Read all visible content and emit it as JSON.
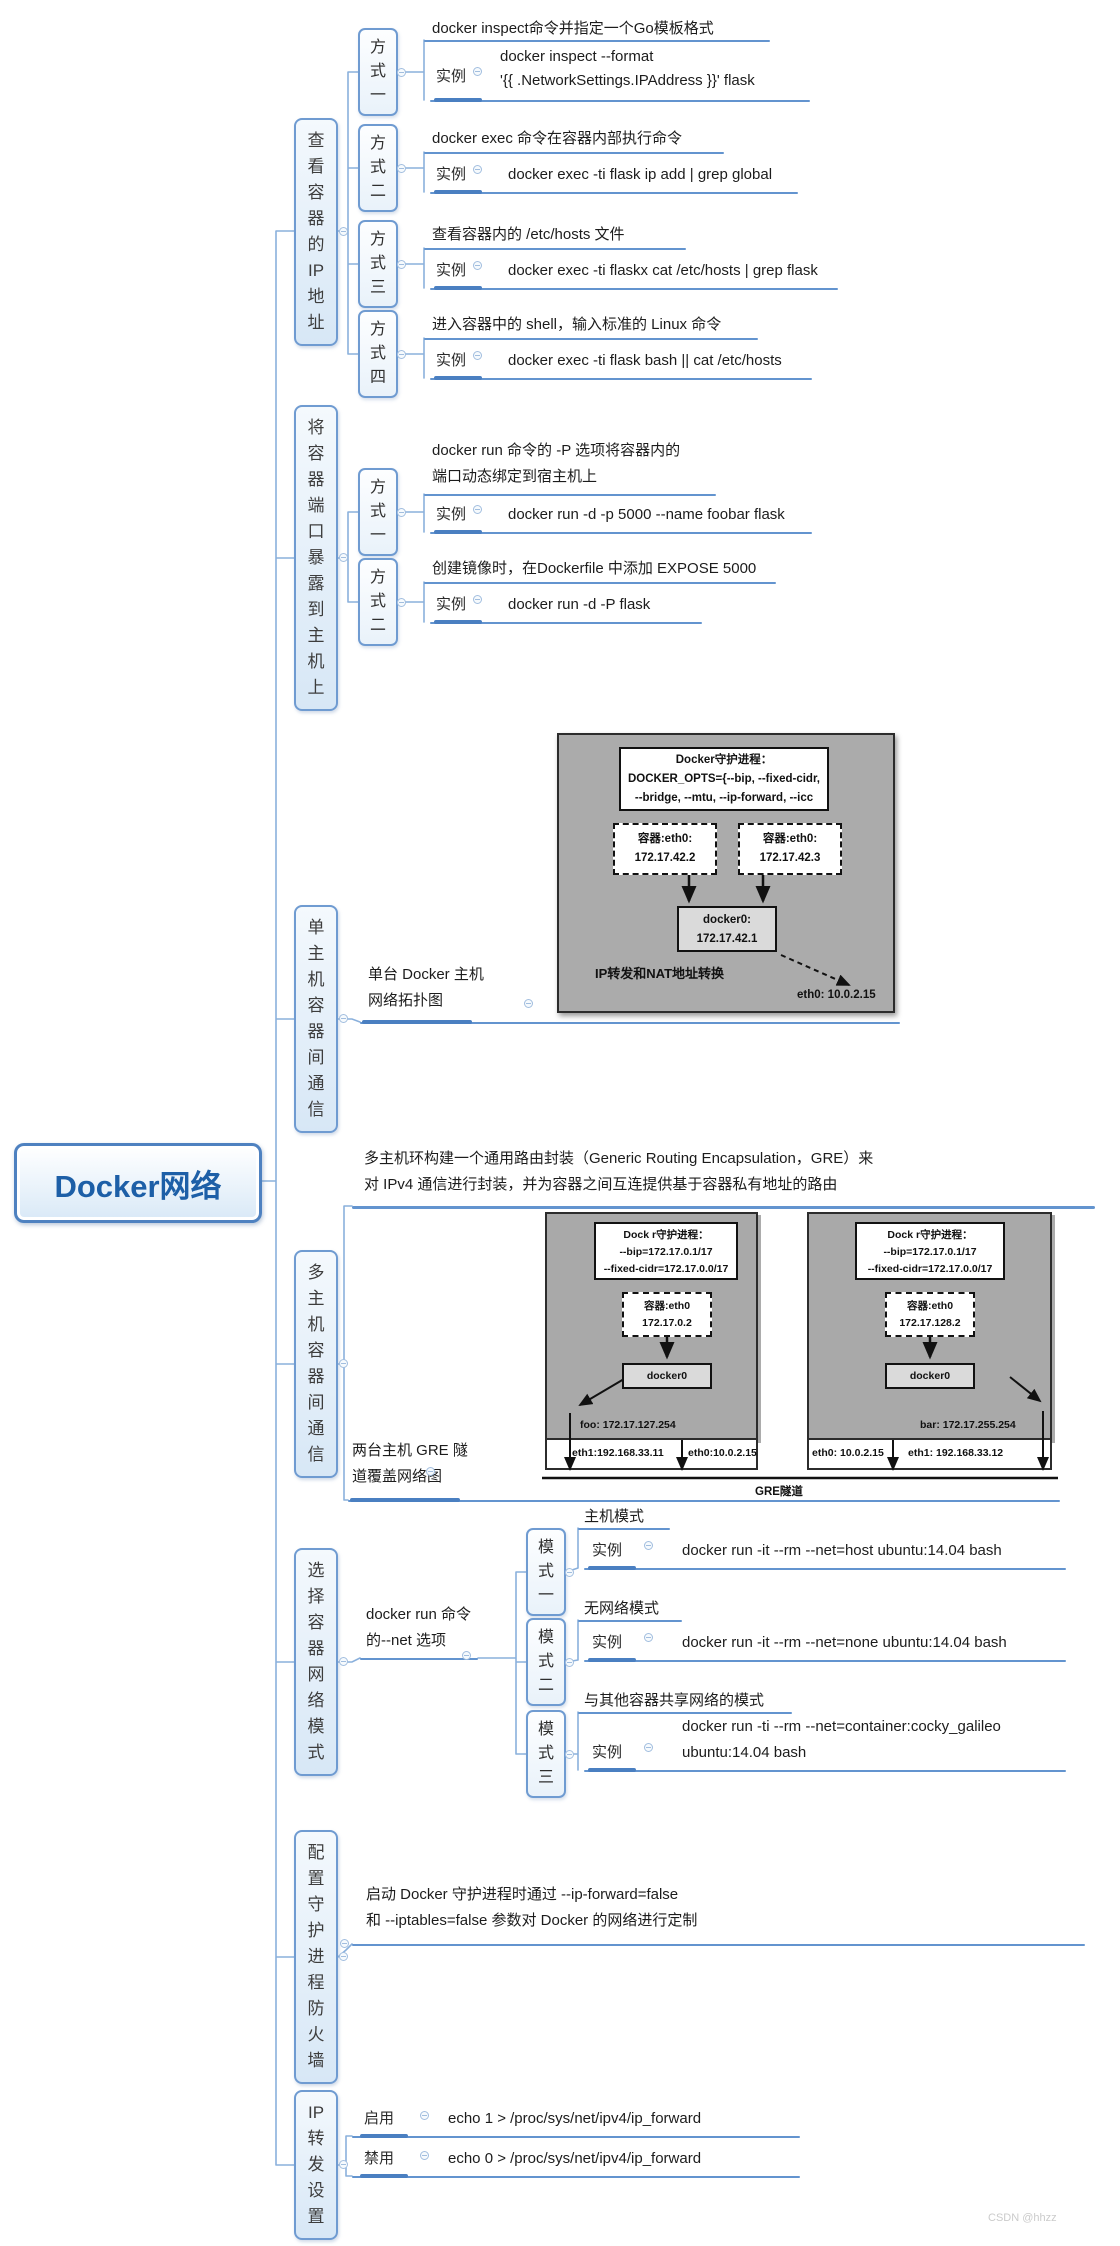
{
  "root_label": "Docker网络",
  "watermark": "CSDN @hhzz",
  "example_label": "实例",
  "branches": {
    "view_ip": {
      "label": "查看容器的IP地址",
      "methods": [
        {
          "tag": "方式一",
          "desc": "docker inspect命令并指定一个Go模板格式",
          "cmd1": "docker inspect --format",
          "cmd2": "'{{ .NetworkSettings.IPAddress }}'  flask"
        },
        {
          "tag": "方式二",
          "desc": "docker exec 命令在容器内部执行命令",
          "cmd": "docker exec -ti  flask ip add | grep global"
        },
        {
          "tag": "方式三",
          "desc": "查看容器内的 /etc/hosts 文件",
          "cmd": "docker exec -ti  flaskx cat /etc/hosts | grep  flask"
        },
        {
          "tag": "方式四",
          "desc": "进入容器中的 shell，输入标准的 Linux 命令",
          "cmd": "docker exec -ti  flask bash ||  cat /etc/hosts"
        }
      ]
    },
    "expose_ports": {
      "label": "将容器端口暴露到主机上",
      "methods": [
        {
          "tag": "方式一",
          "desc1": "docker run 命令的 -P 选项将容器内的",
          "desc2": "端口动态绑定到宿主机上",
          "cmd": "docker run -d -p 5000 --name foobar flask"
        },
        {
          "tag": "方式二",
          "desc": "创建镜像时，在Dockerfile 中添加 EXPOSE 5000",
          "cmd": "docker run -d -P flask"
        }
      ]
    },
    "single_host": {
      "label": "单主机容器间通信",
      "leaf_label1": "单台 Docker 主机",
      "leaf_label2": "网络拓扑图",
      "diagram": {
        "daemon1": "Docker守护进程：",
        "daemon2": "DOCKER_OPTS={--bip, --fixed-cidr,",
        "daemon3": "--bridge, --mtu, --ip-forward, --icc",
        "container1_l1": "容器:eth0:",
        "container1_l2": "172.17.42.2",
        "container2_l1": "容器:eth0:",
        "container2_l2": "172.17.42.3",
        "bridge_l1": "docker0:",
        "bridge_l2": "172.17.42.1",
        "nat_label": "IP转发和NAT地址转换",
        "eth0_label": "eth0: 10.0.2.15"
      }
    },
    "multi_host": {
      "label": "多主机容器间通信",
      "desc1": "多主机环构建一个通用路由封装（Generic Routing Encapsulation，GRE）来",
      "desc2": "对 IPv4 通信进行封装，并为容器之间互连提供基于容器私有地址的路由",
      "leaf_label1": "两台主机 GRE 隧",
      "leaf_label2": "道覆盖网络图",
      "diagram": {
        "daemon1": "Dock r守护进程：",
        "daemon2": "--bip=172.17.0.1/17",
        "daemon3": "--fixed-cidr=172.17.0.0/17",
        "left_container_l1": "容器:eth0",
        "left_container_l2": "172.17.0.2",
        "right_container_l1": "容器:eth0",
        "right_container_l2": "172.17.128.2",
        "bridge": "docker0",
        "left_tunnel": "foo: 172.17.127.254",
        "right_tunnel": "bar: 172.17.255.254",
        "left_eth1": "eth1:192.168.33.11",
        "left_eth0": "eth0:10.0.2.15",
        "right_eth0": "eth0: 10.0.2.15",
        "right_eth1": "eth1: 192.168.33.12",
        "gre_label": "GRE隧道"
      }
    },
    "net_mode": {
      "label": "选择容器网络模式",
      "sub1": "docker run 命令",
      "sub2": "的--net 选项",
      "modes": [
        {
          "tag": "模式一",
          "desc": "主机模式",
          "cmd": "docker run -it --rm --net=host ubuntu:14.04 bash"
        },
        {
          "tag": "模式二",
          "desc": "无网络模式",
          "cmd": "docker run -it --rm --net=none ubuntu:14.04 bash"
        },
        {
          "tag": "模式三",
          "desc": "与其他容器共享网络的模式",
          "cmd1": "docker run -ti --rm --net=container:cocky_galileo",
          "cmd2": "ubuntu:14.04 bash"
        }
      ]
    },
    "firewall": {
      "label": "配置守护进程防火墙",
      "desc1": "启动 Docker 守护进程时通过 --ip-forward=false",
      "desc2": "和 --iptables=false 参数对 Docker 的网络进行定制"
    },
    "ip_forward": {
      "label": "IP转发设置",
      "enable_label": "启用",
      "enable_cmd": "echo 1 > /proc/sys/net/ipv4/ip_forward",
      "disable_label": "禁用",
      "disable_cmd": "echo 0 > /proc/sys/net/ipv4/ip_forward"
    }
  },
  "colors": {
    "branch_line": "#8ab0dc",
    "underline": "#6394cf",
    "accent": "#4a7fc1",
    "root_text": "#1d5fa7"
  }
}
